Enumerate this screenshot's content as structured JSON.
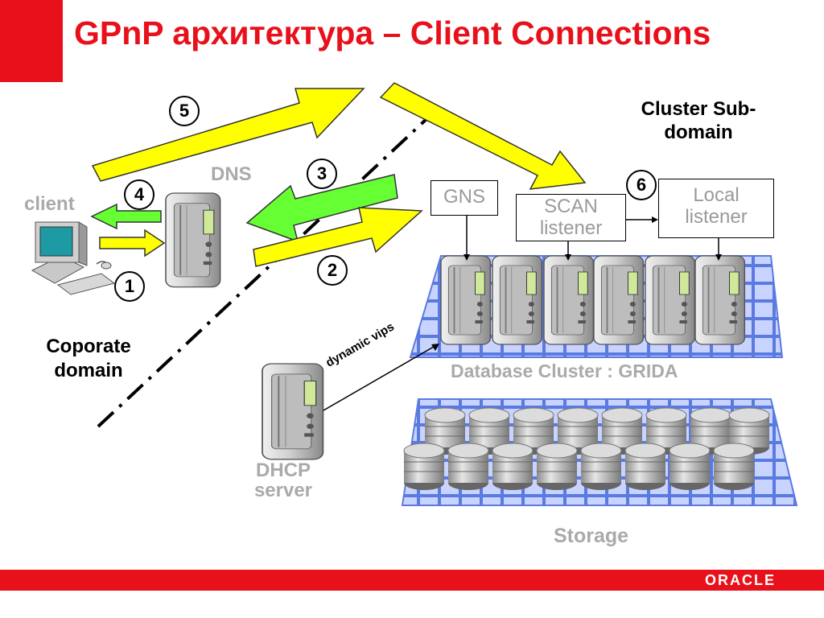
{
  "title": "GPnP архитектура  – Client Connections",
  "labels": {
    "client": "client",
    "dns": "DNS",
    "gns": "GNS",
    "scan_line1": "SCAN",
    "scan_line2": "listener",
    "local_line1": "Local",
    "local_line2": "listener",
    "cluster_sub_line1": "Cluster Sub-",
    "cluster_sub_line2": "domain",
    "corporate_line1": "Coporate",
    "corporate_line2": "domain",
    "dynamic_vips": "dynamic vips",
    "db_cluster": "Database Cluster : GRIDA",
    "dhcp_line1": "DHCP",
    "dhcp_line2": "server",
    "storage": "Storage"
  },
  "steps": [
    "1",
    "2",
    "3",
    "4",
    "5",
    "6"
  ],
  "logo": "ORACLE",
  "colors": {
    "brand_red": "#e8101a",
    "arrow_yellow": "#ffff00",
    "arrow_green": "#66ff33",
    "grid_blue": "#5a7ae0",
    "label_gray": "#a9aaa9"
  }
}
